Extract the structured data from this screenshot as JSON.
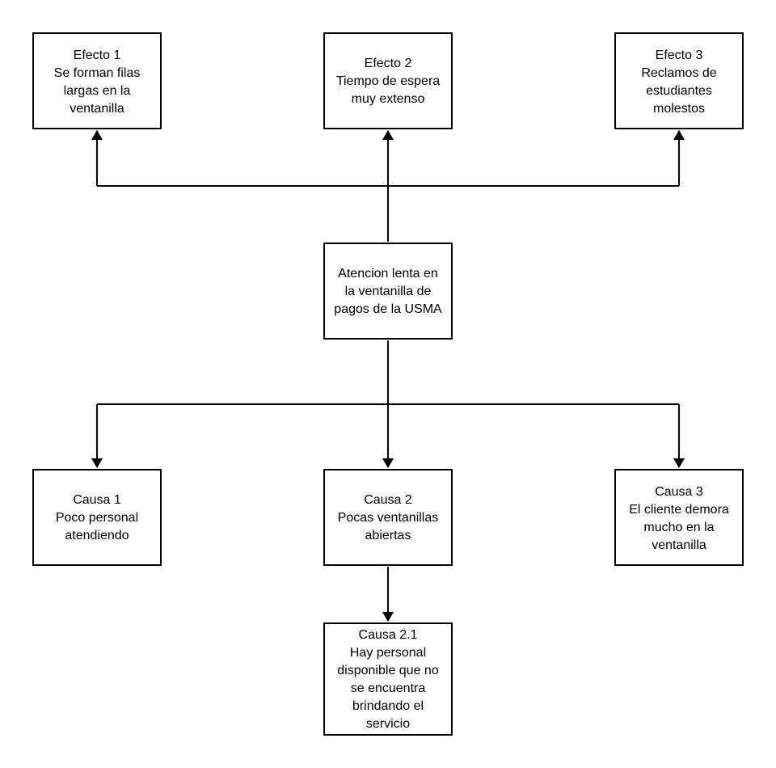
{
  "diagram": {
    "colors": {
      "stroke": "#000000",
      "fill": "#ffffff",
      "text": "#000000"
    },
    "effects": [
      {
        "title": "Efecto 1",
        "lines": [
          "Se forman filas",
          "largas en la",
          "ventanilla"
        ]
      },
      {
        "title": "Efecto 2",
        "lines": [
          "Tiempo de espera",
          "muy extenso"
        ]
      },
      {
        "title": "Efecto 3",
        "lines": [
          "Reclamos de",
          "estudiantes",
          "molestos"
        ]
      }
    ],
    "problem": {
      "lines": [
        "Atencion lenta en",
        "la ventanilla de",
        "pagos de la USMA"
      ]
    },
    "causes": [
      {
        "title": "Causa 1",
        "lines": [
          "Poco personal",
          "atendiendo"
        ]
      },
      {
        "title": "Causa 2",
        "lines": [
          "Pocas ventanillas",
          "abiertas"
        ]
      },
      {
        "title": "Causa 3",
        "lines": [
          "El cliente demora",
          "mucho en la",
          "ventanilla"
        ]
      }
    ],
    "subcause": {
      "title": "Causa 2.1",
      "lines": [
        "Hay personal",
        "disponible que no",
        "se encuentra",
        "brindando el",
        "servicio"
      ]
    }
  }
}
